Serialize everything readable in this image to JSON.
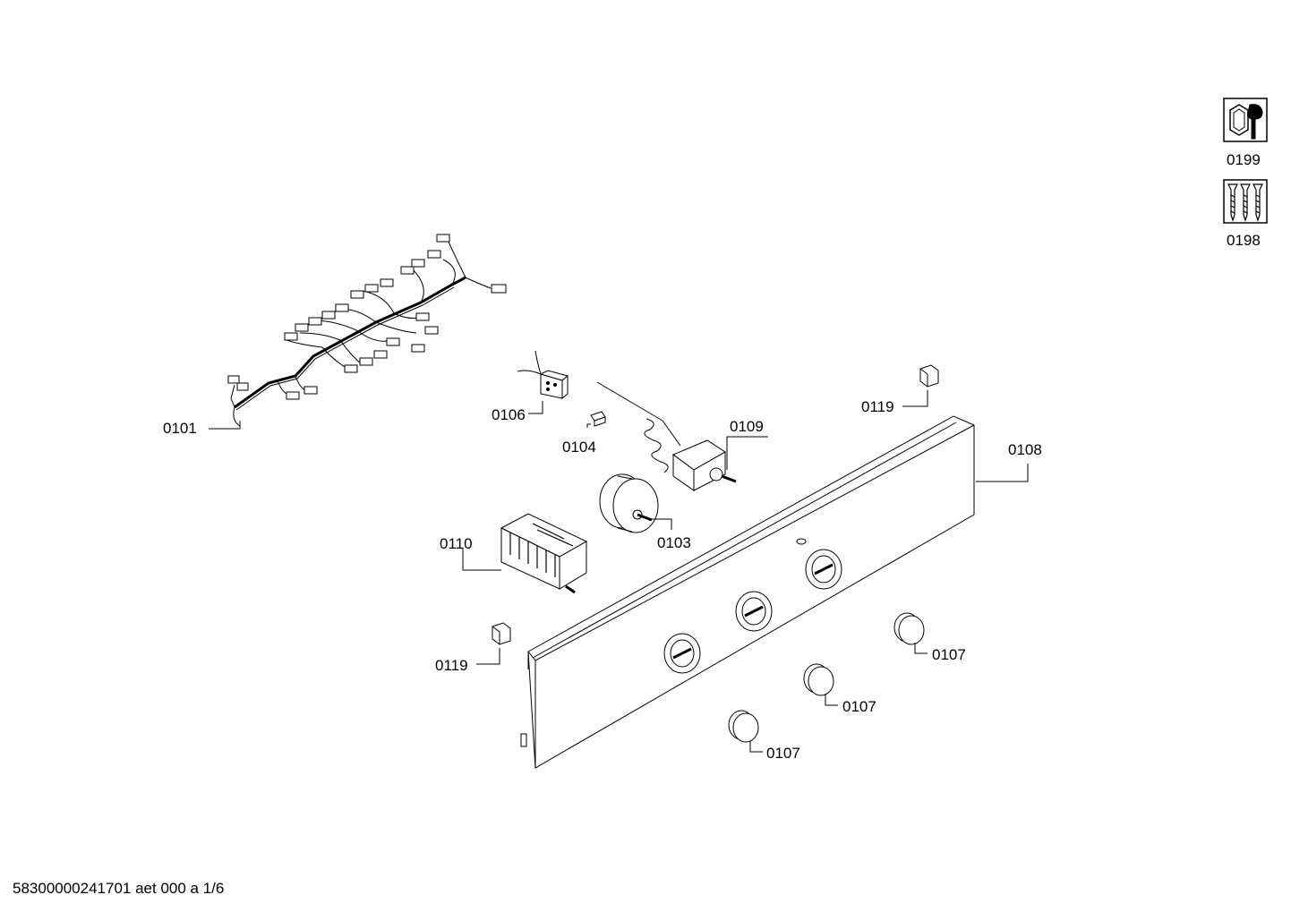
{
  "parts": [
    {
      "id": "p0101",
      "label": "0101",
      "name": "wiring-harness"
    },
    {
      "id": "p0106",
      "label": "0106",
      "name": "terminal-block"
    },
    {
      "id": "p0104",
      "label": "0104",
      "name": "small-clip"
    },
    {
      "id": "p0109",
      "label": "0109",
      "name": "thermostat"
    },
    {
      "id": "p0103",
      "label": "0103",
      "name": "timer-motor"
    },
    {
      "id": "p0110",
      "label": "0110",
      "name": "selector-switch"
    },
    {
      "id": "p0119a",
      "label": "0119",
      "name": "mounting-clip-top"
    },
    {
      "id": "p0119b",
      "label": "0119",
      "name": "mounting-clip-left"
    },
    {
      "id": "p0108",
      "label": "0108",
      "name": "control-panel"
    },
    {
      "id": "p0107a",
      "label": "0107",
      "name": "control-knob-right"
    },
    {
      "id": "p0107b",
      "label": "0107",
      "name": "control-knob-middle"
    },
    {
      "id": "p0107c",
      "label": "0107",
      "name": "control-knob-left"
    }
  ],
  "legend": [
    {
      "label": "0199",
      "icon": "tools-icon"
    },
    {
      "label": "0198",
      "icon": "screws-icon"
    }
  ],
  "footer": "58300000241701 aet 000 a 1/6"
}
